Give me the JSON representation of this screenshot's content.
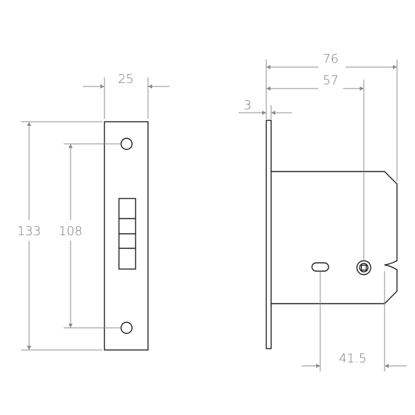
{
  "drawing": {
    "front_view": {
      "faceplate_width": "25",
      "overall_height": "133",
      "fixing_centres": "108"
    },
    "side_view": {
      "overall_depth": "76",
      "backset": "57",
      "faceplate_thickness": "3",
      "centres": "41.5"
    }
  },
  "colors": {
    "outline": "#1a1a1a",
    "dimension": "#8a8a8a",
    "text": "#7a7a7a"
  }
}
